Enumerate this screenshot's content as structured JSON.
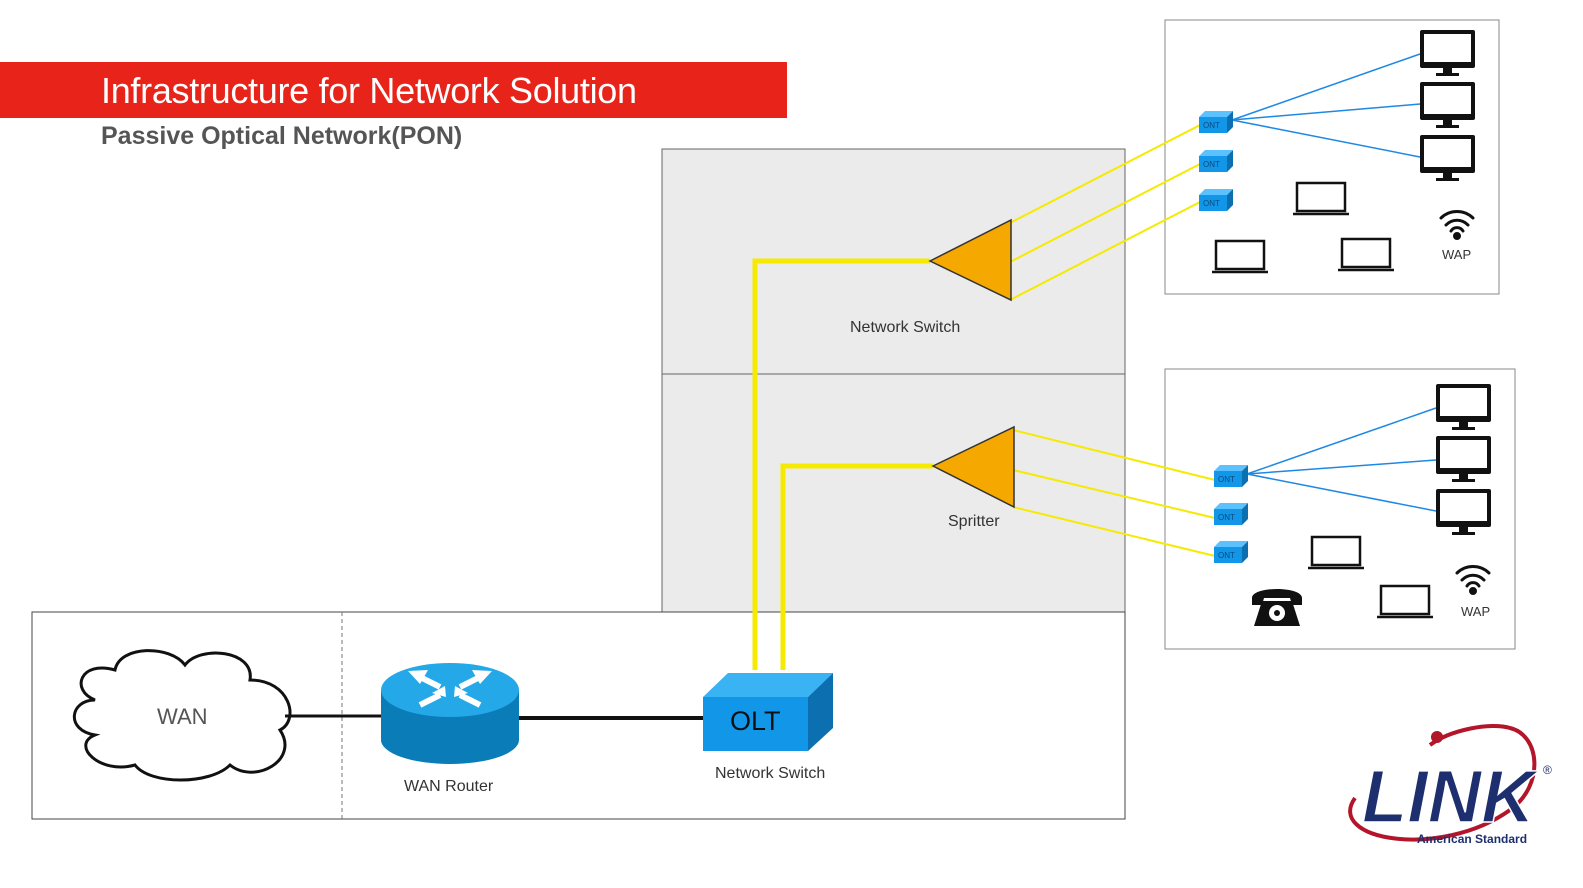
{
  "title": "Infrastructure for Network Solution",
  "subtitle": "Passive Optical Network(PON)",
  "nodes": {
    "wan": "WAN",
    "wan_router": "WAN Router",
    "olt": "OLT",
    "olt_caption": "Network Switch",
    "splitter_top_caption": "Network Switch",
    "splitter_bottom_caption": "Spritter",
    "ont": "ONT",
    "wap_top": "WAP",
    "wap_bottom": "WAP"
  },
  "logo": {
    "name": "LINK",
    "tagline": "American Standard",
    "registered": "®"
  },
  "colors": {
    "title_bar": "#e8241a",
    "fiber": "#f5ea00",
    "ethernet": "#1e88e5",
    "splitter": "#f5a800",
    "device_blue": "#1296e8",
    "zone_gray": "#ebebeb"
  }
}
